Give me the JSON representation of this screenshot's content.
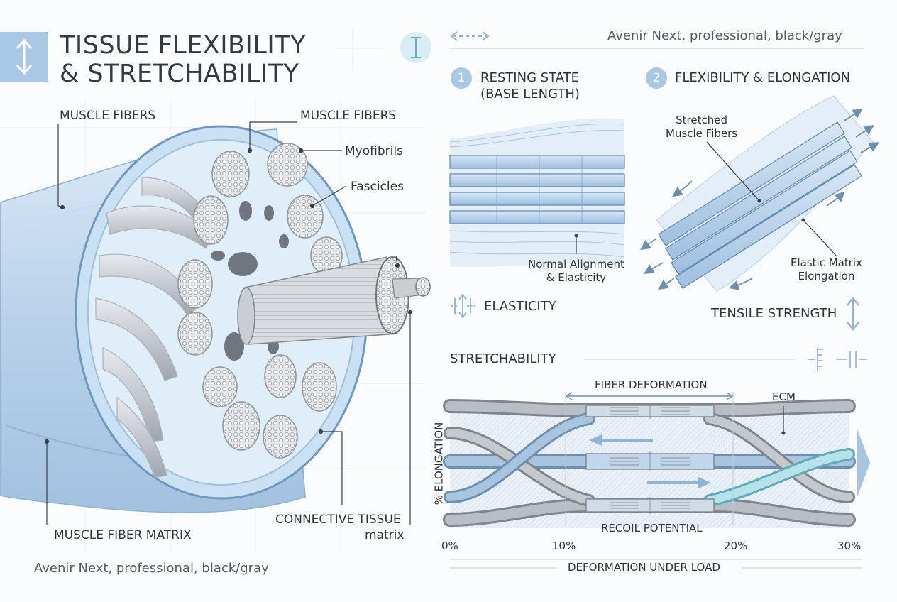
{
  "title": {
    "line1": "TISSUE FLEXIBILITY",
    "line2": "& STRETCHABILITY"
  },
  "icons": {
    "title_icon": "vertical-stretch-arrows-icon",
    "header_icon": "vertical-caliper-icon",
    "header_arrow": "horizontal-dashed-arrow-icon",
    "elasticity_icon": "elasticity-arrows-icon",
    "tensile_icon": "vertical-double-arrow-icon",
    "stretch_icons": "stretch-gauge-icon"
  },
  "style_note_top": "Avenir Next, professional, black/gray",
  "style_note_bottom": "Avenir Next, professional, black/gray",
  "cross_section": {
    "labels": {
      "muscle_fibers_left": "MUSCLE FIBERS",
      "muscle_fibers_right": "MUSCLE FIBERS",
      "myofibrils": "Myofibrils",
      "fascicles": "Fascicles",
      "matrix": "MUSCLE FIBER MATRIX",
      "connective_line1": "CONNECTIVE TISSUE",
      "connective_line2": "matrix"
    }
  },
  "panel_resting": {
    "number": "1",
    "title_line1": "RESTING STATE",
    "title_line2": "(BASE LENGTH)",
    "note": "Normal Alignment\n& Elasticity"
  },
  "panel_flex": {
    "number": "2",
    "title": "FLEXIBILITY & ELONGATION",
    "stretched": "Stretched\nMuscle Fibers",
    "elastic": "Elastic Matrix\nElongation"
  },
  "properties": {
    "elasticity": "ELASTICITY",
    "tensile": "TENSILE STRENGTH"
  },
  "stretch": {
    "title": "STRETCHABILITY",
    "fiber_deformation": "FIBER DEFORMATION",
    "ecm": "ECM",
    "recoil": "RECOIL POTENTIAL",
    "y_axis": "% ELONGATION",
    "x_axis": "DEFORMATION UNDER LOAD",
    "ticks": [
      "0%",
      "10%",
      "20%",
      "30%"
    ]
  },
  "colors": {
    "blue_light": "#cfe3f4",
    "blue_mid": "#8fb4d8",
    "blue_dark": "#5e84ab",
    "gray_fiber": "#b9bec4",
    "text": "#2f3439"
  }
}
